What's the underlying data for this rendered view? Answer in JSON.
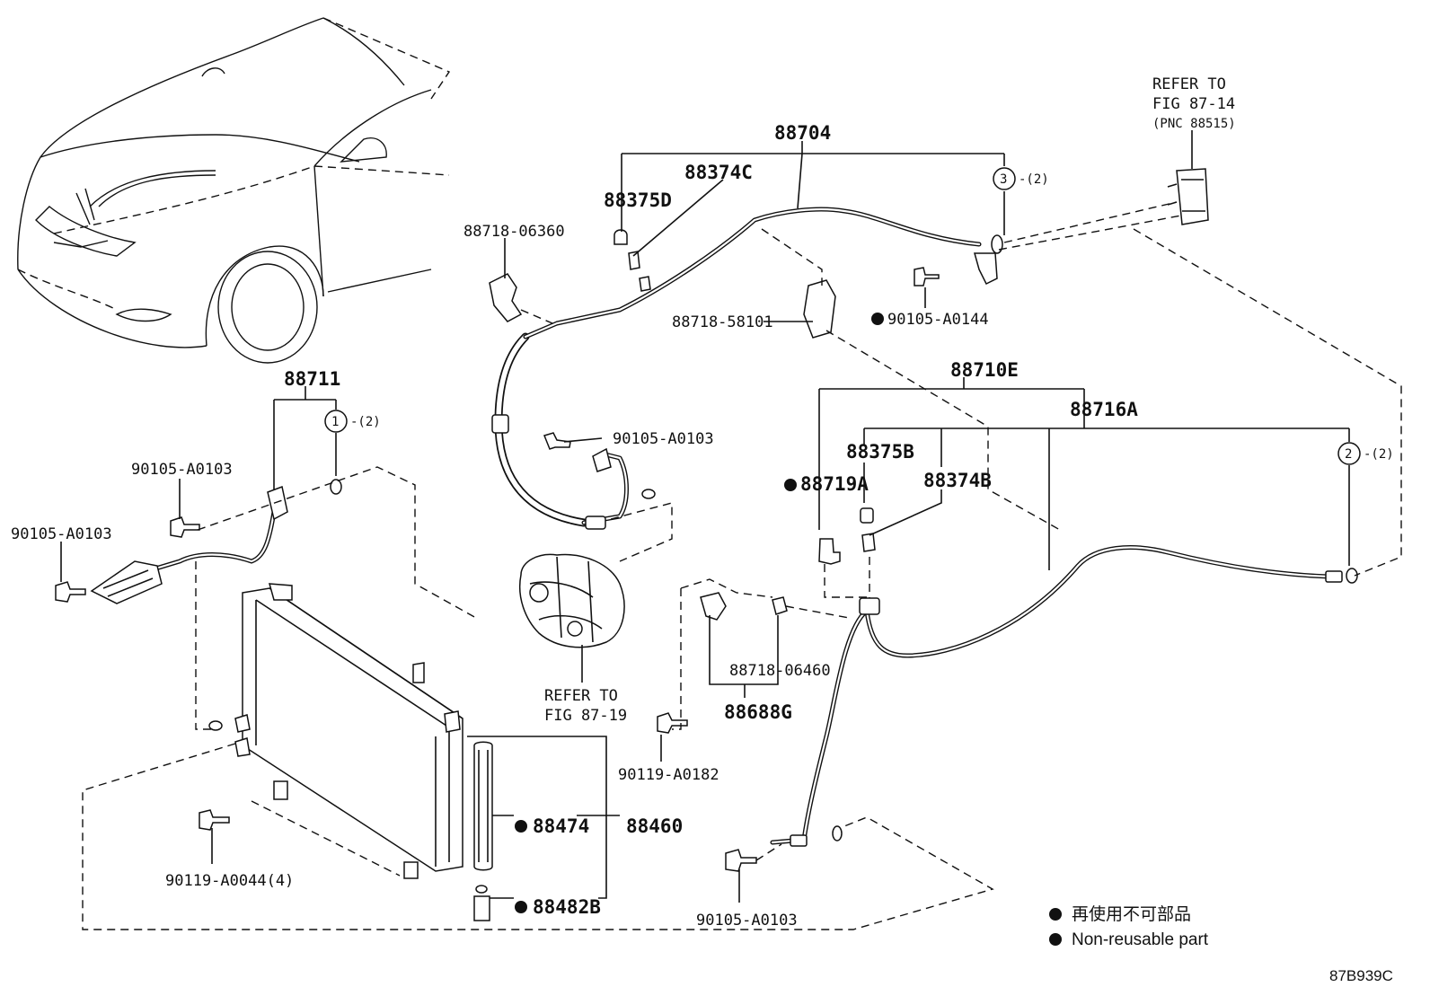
{
  "labels": {
    "refer_87_14_line1": "REFER TO",
    "refer_87_14_line2": "FIG 87-14",
    "refer_87_14_line3": "(PNC 88515)",
    "p88704": "88704",
    "p88374C": "88374C",
    "p88375D": "88375D",
    "p88718_06360": "88718-06360",
    "circle3": "3",
    "circle3_qty": "-(2)",
    "p88718_58101": "88718-58101",
    "p90105_A0144": "90105-A0144",
    "p88710E": "88710E",
    "p88716A": "88716A",
    "p88711": "88711",
    "circle1": "1",
    "circle1_qty": "-(2)",
    "p90105_A0103_top": "90105-A0103",
    "p90105_A0103_left": "90105-A0103",
    "p90105_A0103_mid": "90105-A0103",
    "p88375B": "88375B",
    "p88719A": "88719A",
    "p88374B": "88374B",
    "circle2": "2",
    "circle2_qty": "-(2)",
    "refer_87_19_line1": "REFER TO",
    "refer_87_19_line2": "FIG 87-19",
    "p88718_06460": "88718-06460",
    "p88688G": "88688G",
    "p90119_A0182": "90119-A0182",
    "p88474": "88474",
    "p88460": "88460",
    "p88482B": "88482B",
    "p90119_A0044": "90119-A0044(4)",
    "p90105_A0103_bottom": "90105-A0103",
    "legend_jp": "再使用不可部品",
    "legend_en": "Non-reusable part",
    "diagram_code": "87B939C"
  },
  "colors": {
    "ink": "#111111",
    "paper": "#ffffff"
  }
}
